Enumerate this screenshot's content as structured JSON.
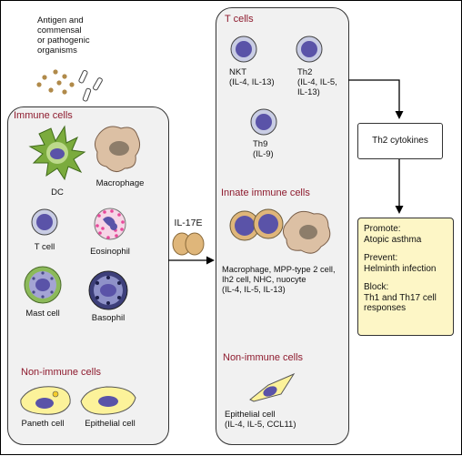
{
  "source_text": "Antigen and\ncommensal\nor pathogenic\norganisms",
  "immune_panel": {
    "title": "Immune cells",
    "cells": {
      "dc": "DC",
      "macrophage": "Macrophage",
      "tcell": "T cell",
      "eosinophil": "Eosinophil",
      "mast": "Mast cell",
      "basophil": "Basophil"
    },
    "nonimmune_title": "Non-immune cells",
    "nonimmune_cells": {
      "paneth": "Paneth cell",
      "epithelial": "Epithelial cell"
    }
  },
  "cytokine_label": "IL-17E",
  "target_panel": {
    "tcells_title": "T cells",
    "nkt": "NKT\n(IL-4, IL-13)",
    "th2": "Th2\n(IL-4, IL-5,\nIL-13)",
    "th9": "Th9\n(IL-9)",
    "innate_title": "Innate immune cells",
    "innate_text": "Macrophage, MPP-type 2 cell,\nIh2 cell, NHC, nuocyte\n(IL-4, IL-5, IL-13)",
    "nonimmune_title": "Non-immune cells",
    "epithelial_text": "Epithelial cell\n(IL-4, IL-5, CCL11)"
  },
  "output_box": "Th2 cytokines",
  "effects": {
    "promote_label": "Promote:",
    "promote_value": "Atopic asthma",
    "prevent_label": "Prevent:",
    "prevent_value": "Helminth infection",
    "block_label": "Block:",
    "block_value": "Th1 and Th17 cell\nresponses"
  },
  "colors": {
    "header": "#8e1b2e",
    "panel_bg": "#f1f1f1",
    "effects_bg": "#fdf6c6",
    "nucleus": "#5a53a8",
    "dc_green": "#7bab3d",
    "macrophage_tan": "#dcc0a4",
    "eosinophil_pink": "#e8489a",
    "mast_green": "#8cba5a",
    "basophil_navy": "#3d3f7a",
    "epithelial_yellow": "#fcf29a",
    "ovoid_tan": "#dfb67a"
  }
}
